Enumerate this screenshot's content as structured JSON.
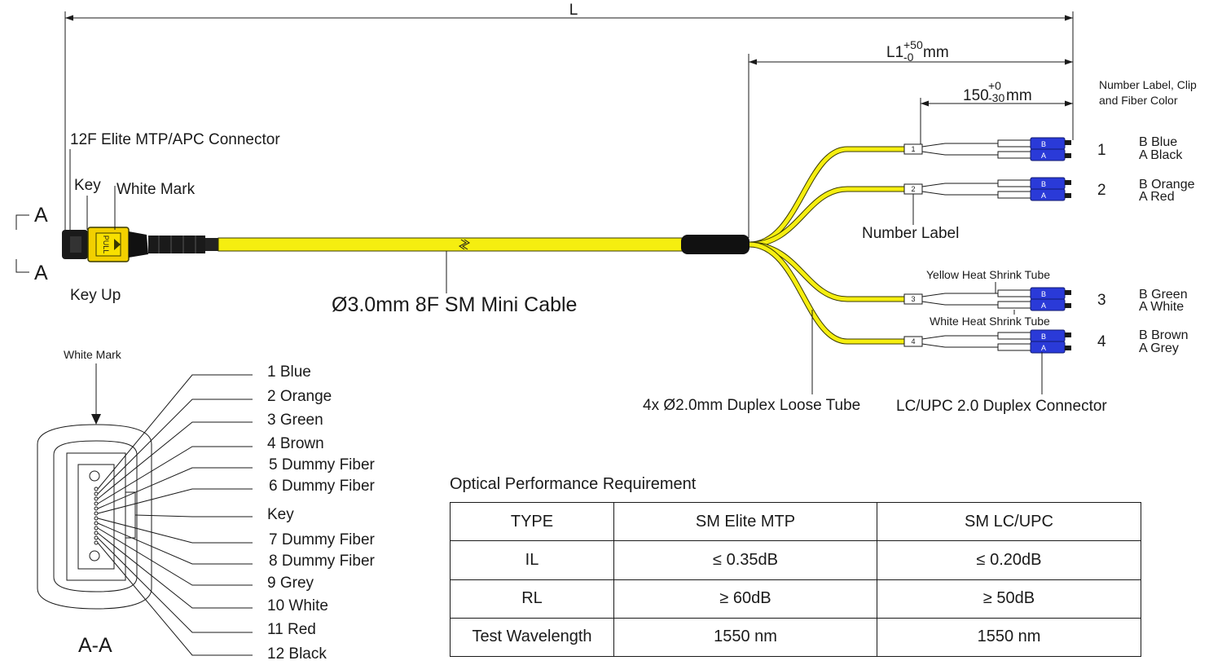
{
  "dimensions": {
    "L": "L",
    "L1_base": "L1",
    "L1_tol_plus": "+50",
    "L1_tol_minus": "-0",
    "L1_unit": "mm",
    "short_base": "150",
    "short_tol_plus": "+0",
    "short_tol_minus": "-30",
    "short_unit": "mm"
  },
  "callouts": {
    "connector": "12F Elite MTP/APC Connector",
    "key": "Key",
    "white_mark": "White Mark",
    "key_up": "Key Up",
    "section_a_top": "A",
    "section_a_bottom": "A",
    "cable": "Ø3.0mm 8F SM Mini Cable",
    "number_label_clip": "Number Label, Clip",
    "and_fiber_color": "and Fiber Color",
    "number_label": "Number Label",
    "yellow_shrink": "Yellow Heat Shrink Tube",
    "white_shrink": "White Heat Shrink Tube",
    "loose_tube": "4x Ø2.0mm Duplex Loose Tube",
    "lc_connector": "LC/UPC  2.0 Duplex Connector",
    "pull": "PULL"
  },
  "legs": [
    {
      "number": "1",
      "b": "B Blue",
      "a": "A Black",
      "label": "1"
    },
    {
      "number": "2",
      "b": "B  Orange",
      "a": "A  Red",
      "label": "2"
    },
    {
      "number": "3",
      "b": "B  Green",
      "a": "A  White",
      "label": "3"
    },
    {
      "number": "4",
      "b": "B  Brown",
      "a": "A  Grey",
      "label": "4"
    }
  ],
  "lc_marks": {
    "b": "B",
    "a": "A"
  },
  "section": {
    "white_mark": "White Mark",
    "title": "A-A",
    "fibers": [
      "1 Blue",
      "2 Orange",
      "3 Green",
      "4 Brown",
      "5 Dummy Fiber",
      "6 Dummy Fiber",
      "Key",
      "7 Dummy Fiber",
      "8 Dummy Fiber",
      "9 Grey",
      "10 White",
      "11 Red",
      "12 Black"
    ]
  },
  "table": {
    "title": "Optical Performance Requirement",
    "headers": [
      "TYPE",
      "SM Elite MTP",
      "SM LC/UPC"
    ],
    "rows": [
      {
        "type": "IL",
        "mtp": "≤ 0.35dB",
        "lc": "≤ 0.20dB"
      },
      {
        "type": "RL",
        "mtp": "≥ 60dB",
        "lc": "≥ 50dB"
      },
      {
        "type": "Test Wavelength",
        "mtp": "1550 nm",
        "lc": "1550 nm"
      }
    ]
  },
  "colors": {
    "cable_yellow": "#f5ee10",
    "lc_blue": "#2a3ad8",
    "boot_black": "#111111",
    "mtp_yellow": "#f2d000"
  }
}
